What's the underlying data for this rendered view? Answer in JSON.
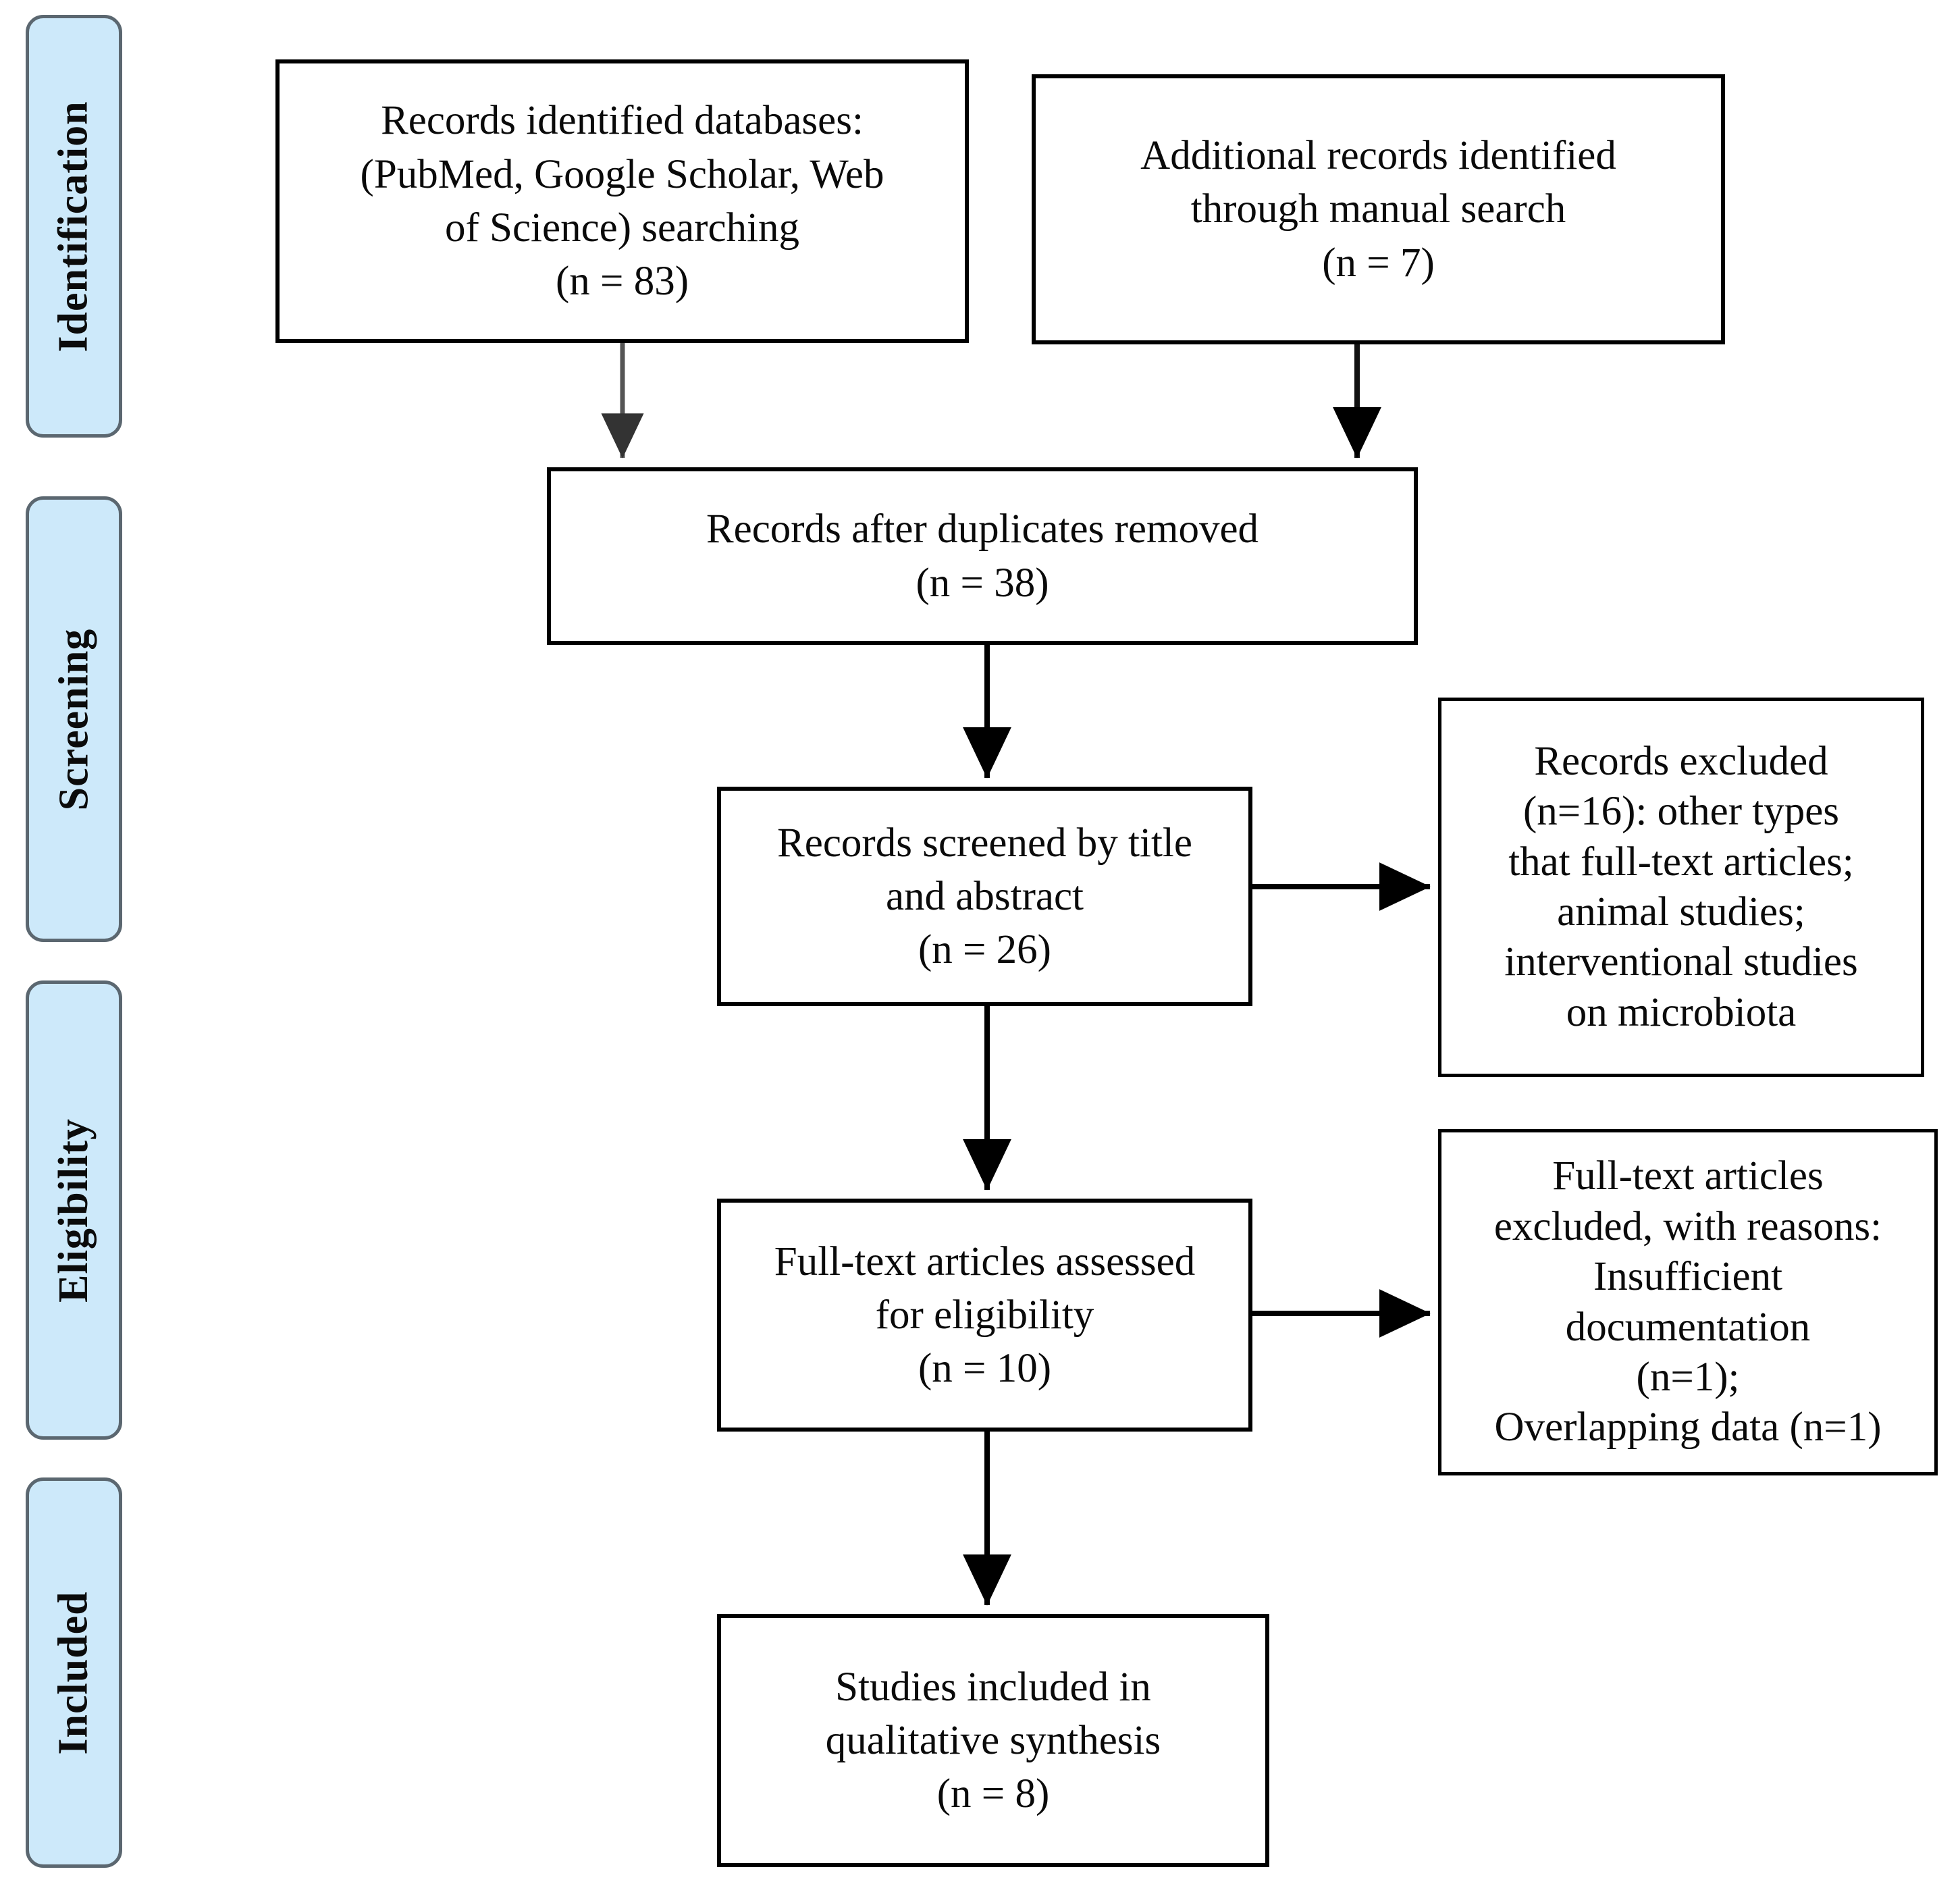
{
  "diagram": {
    "type": "prisma-flow-diagram",
    "stages": [
      {
        "id": "identification",
        "label": "Identification"
      },
      {
        "id": "screening",
        "label": "Screening"
      },
      {
        "id": "eligibility",
        "label": "Eligibility"
      },
      {
        "id": "included",
        "label": "Included"
      }
    ],
    "nodes": {
      "records_identified": "Records identified databases:\n(PubMed, Google Scholar, Web\nof Science) searching\n(n = 83)",
      "additional_records": "Additional records identified\nthrough manual search\n(n = 7)",
      "after_duplicates": "Records after duplicates removed\n(n = 38)",
      "records_screened": "Records screened by title\nand abstract\n(n = 26)",
      "records_excluded": "Records excluded\n(n=16): other types\nthat full-text articles;\nanimal studies;\ninterventional studies\non microbiota",
      "fulltext_assessed": "Full-text articles assessed\nfor eligibility\n(n = 10)",
      "fulltext_excluded": "Full-text articles\nexcluded, with reasons:\nInsufficient\ndocumentation\n(n=1);\nOverlapping data (n=1)",
      "studies_included": "Studies included in\nqualitative synthesis\n(n = 8)"
    },
    "counts": {
      "records_identified": 83,
      "additional_records": 7,
      "after_duplicates": 38,
      "records_screened": 26,
      "records_excluded": 16,
      "fulltext_assessed": 10,
      "fulltext_excluded_insufficient_documentation": 1,
      "fulltext_excluded_overlapping_data": 1,
      "studies_included": 8
    },
    "colors": {
      "stage_fill": "#cde9fa",
      "stage_border": "#5b6770",
      "node_border": "#000000",
      "node_fill": "#ffffff",
      "connector": "#000000",
      "connector_gray": "#555555"
    }
  }
}
